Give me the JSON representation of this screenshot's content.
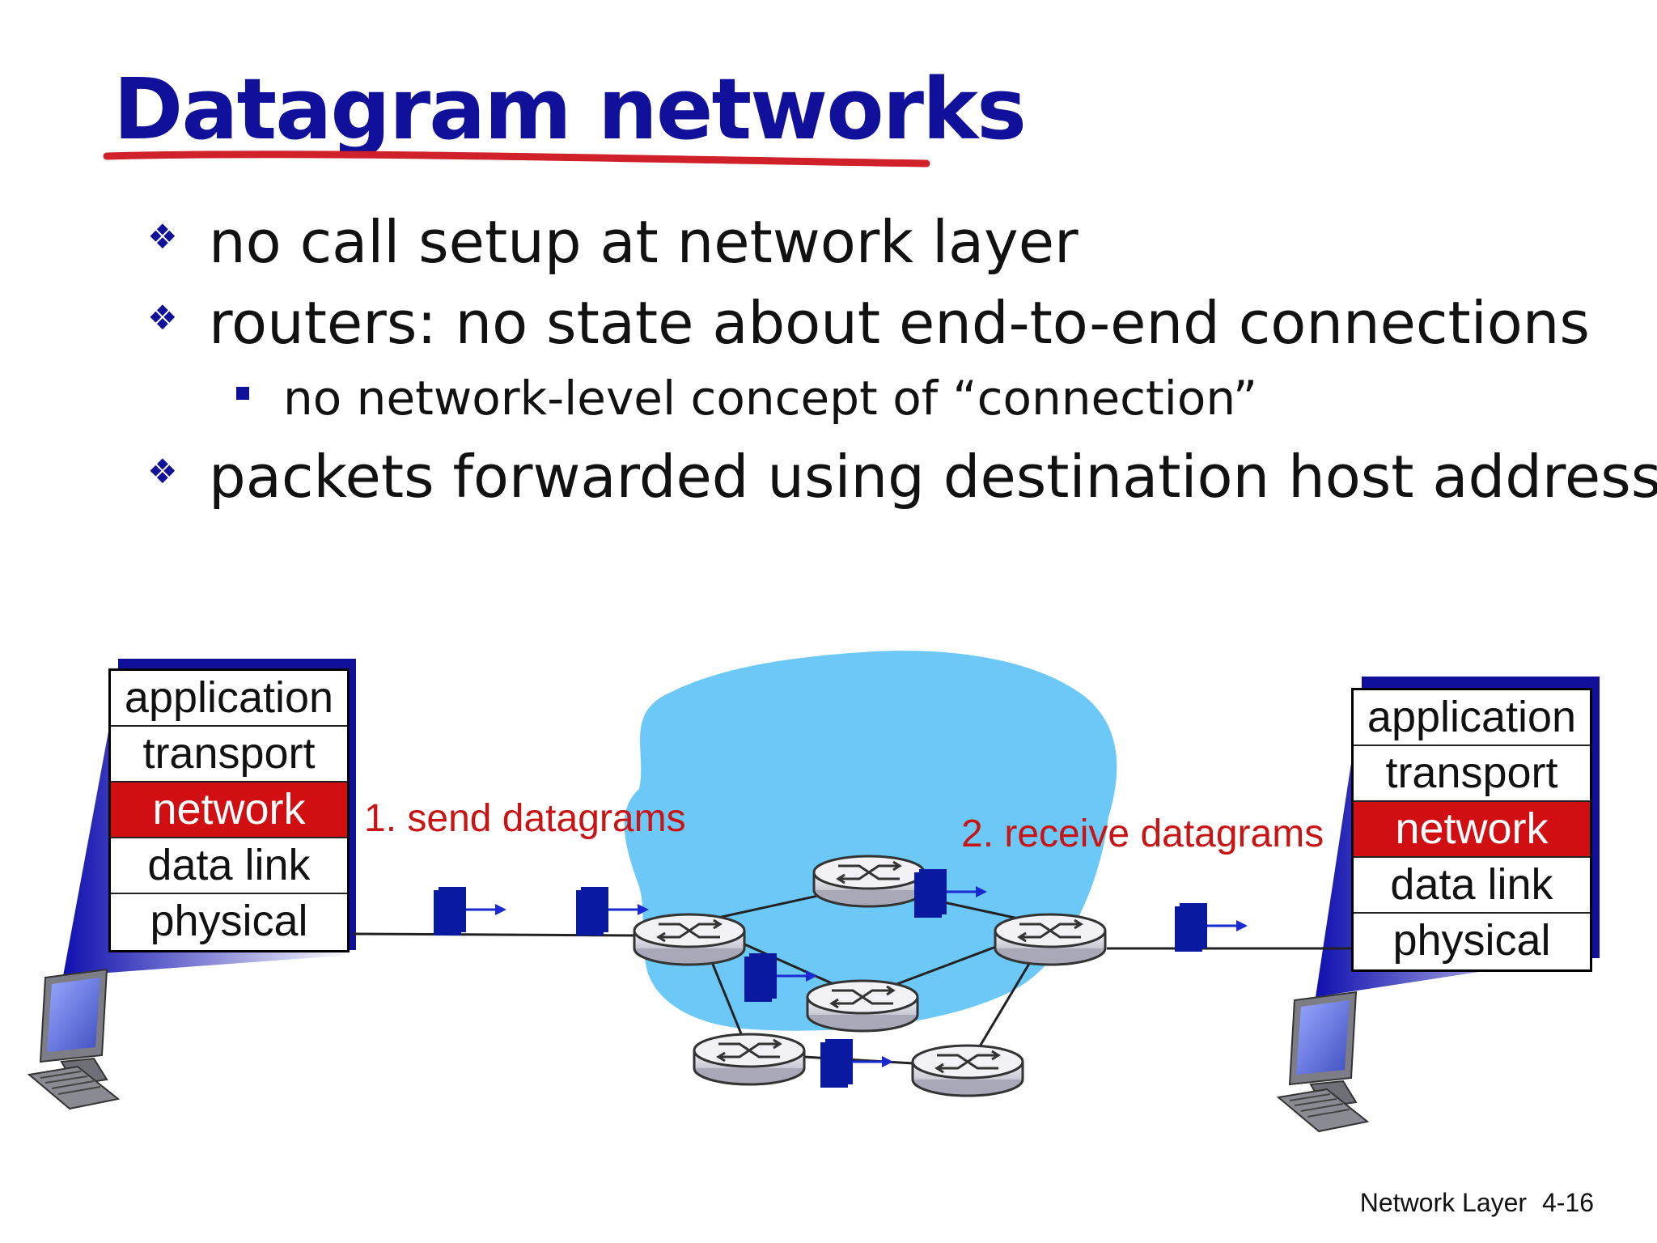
{
  "slide": {
    "title": "Datagram networks",
    "bullets": [
      {
        "text": "no call setup at network layer",
        "level": 1
      },
      {
        "text": "routers: no state about end-to-end connections",
        "level": 1
      },
      {
        "text": "no network-level concept of “connection”",
        "level": 2
      },
      {
        "text": "packets forwarded using destination host address",
        "level": 1
      }
    ],
    "footer": {
      "section": "Network Layer",
      "page": "4-16"
    }
  },
  "diagram": {
    "left_stack": [
      "application",
      "transport",
      "network",
      "data link",
      "physical"
    ],
    "right_stack": [
      "application",
      "transport",
      "network",
      "data link",
      "physical"
    ],
    "highlighted_layer": "network",
    "step1": "1. send datagrams",
    "step2": "2. receive datagrams"
  },
  "colors": {
    "title": "#10109a",
    "underline": "#d0202a",
    "highlight": "#d10f12",
    "cloud": "#6cc8f7",
    "packet": "#0a1aa0",
    "step_label": "#c81414"
  }
}
